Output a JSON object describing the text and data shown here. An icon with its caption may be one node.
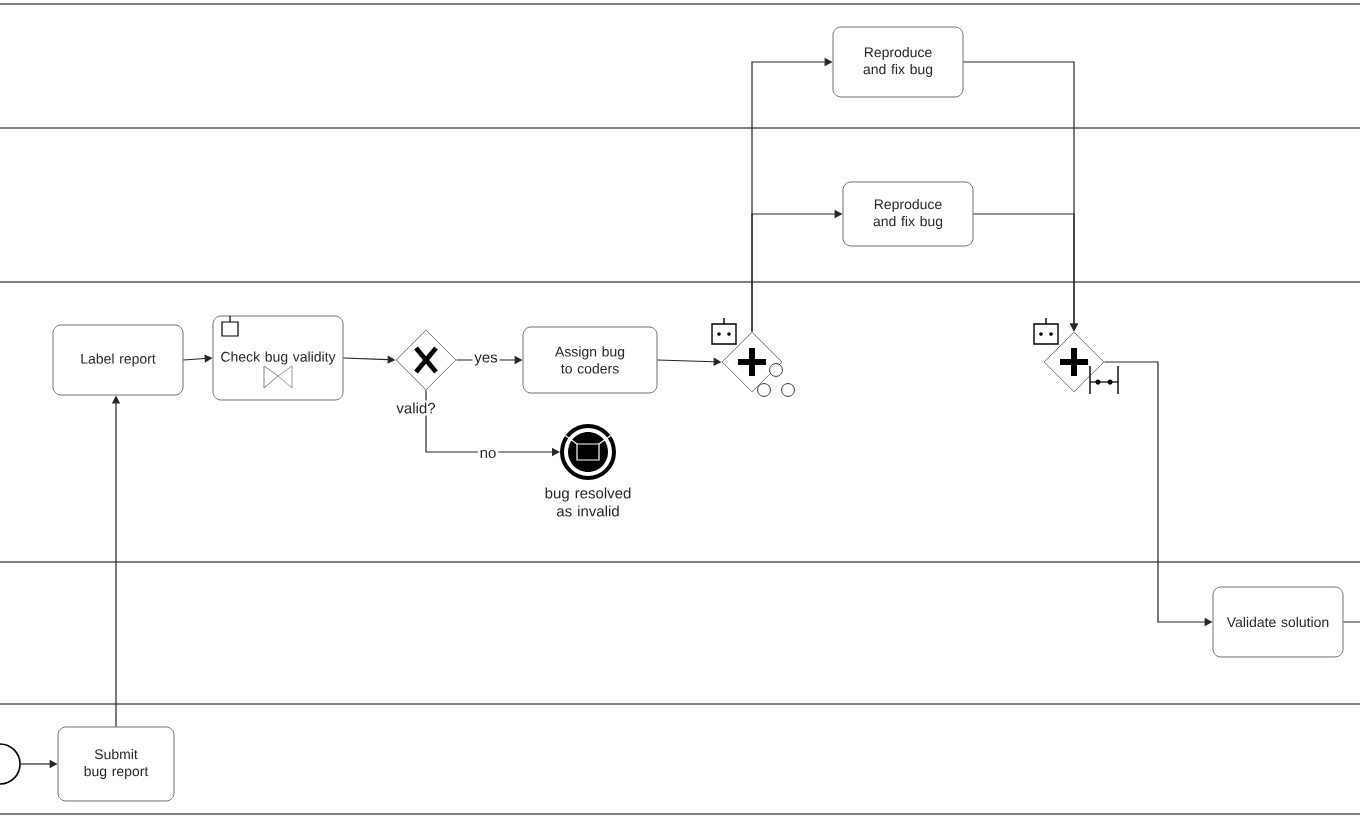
{
  "diagram": {
    "nodes": [
      {
        "text": [],
        "shape": "circle"
      },
      {
        "text": [
          "Submit bug report"
        ]
      },
      {
        "text": [
          "Label report"
        ]
      },
      {
        "text": [
          "Check bug validity"
        ]
      },
      {
        "text": [],
        "shape": "diamond",
        "beside": [
          "valid?"
        ]
      },
      {
        "text": [
          "Assign bug to coders"
        ]
      },
      {
        "text": [],
        "shape": "circle",
        "beside": [
          "bug resolved as invalid"
        ]
      },
      {
        "text": [],
        "shape": "diamond"
      },
      {
        "text": [
          "Reproduce and fix bug"
        ]
      },
      {
        "text": [
          "Reproduce and fix bug"
        ]
      },
      {
        "text": [],
        "shape": "diamond"
      },
      {
        "text": [
          "Validate solution"
        ]
      }
    ],
    "edges": [
      {
        "from": 0,
        "to": 1,
        "arrow": "to"
      },
      {
        "from": 1,
        "to": 2,
        "arrow": "to"
      },
      {
        "from": 2,
        "to": 3,
        "arrow": "to"
      },
      {
        "from": 3,
        "to": 4,
        "arrow": "to"
      },
      {
        "from": 4,
        "to": 5,
        "arrow": "to",
        "label": "yes"
      },
      {
        "from": 4,
        "to": 6,
        "arrow": "to",
        "label": "no"
      },
      {
        "from": 5,
        "to": 7,
        "arrow": "to"
      },
      {
        "from": 7,
        "to": 8,
        "arrow": "to"
      },
      {
        "from": 7,
        "to": 9,
        "arrow": "to"
      },
      {
        "from": 8,
        "to": 10,
        "arrow": "to"
      },
      {
        "from": 9,
        "to": 10,
        "arrow": "to"
      },
      {
        "from": 10,
        "to": 11,
        "arrow": "to"
      },
      {
        "from": 11,
        "to": null,
        "arrow": "none"
      }
    ]
  }
}
